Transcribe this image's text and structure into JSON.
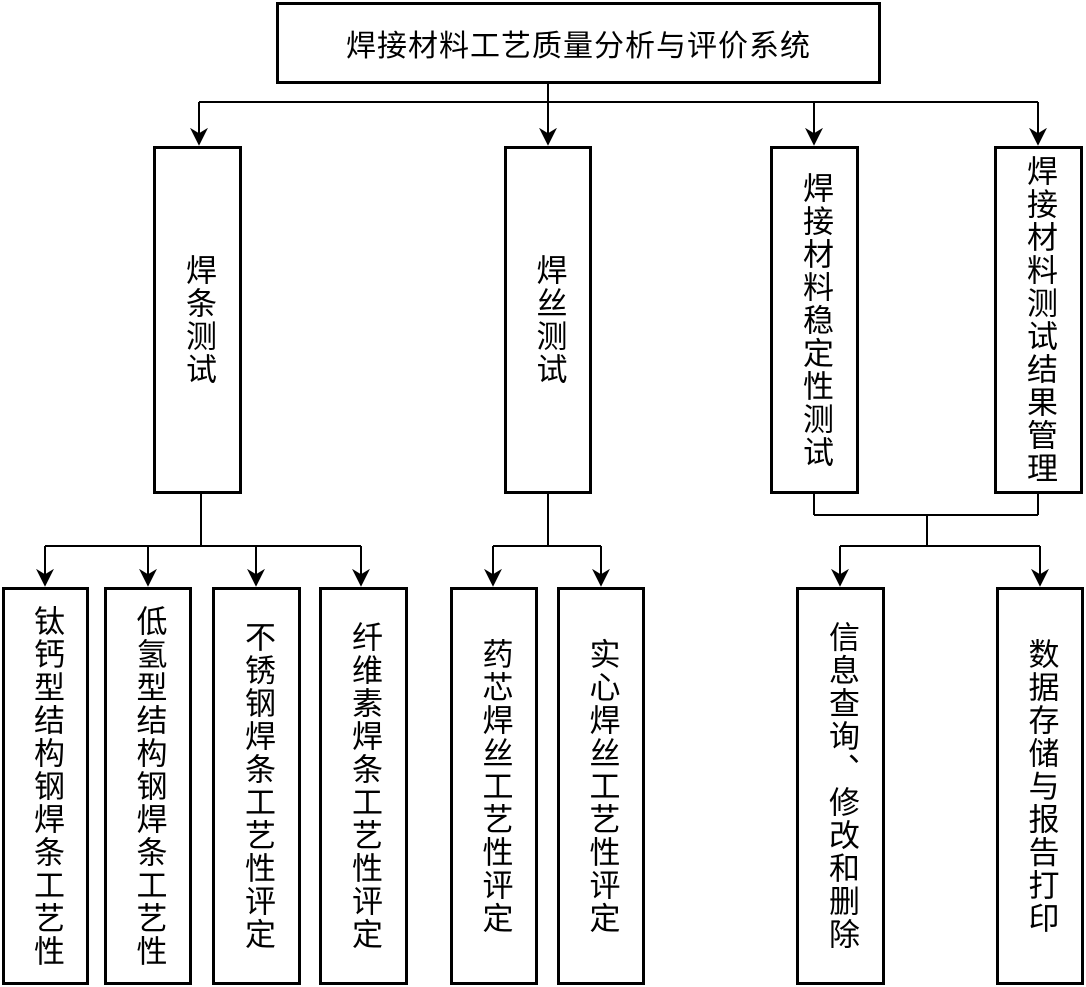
{
  "title": "焊接材料工艺质量分析与评价系统",
  "level1": [
    {
      "key": "welding-rod-test",
      "label": "焊条测试"
    },
    {
      "key": "welding-wire-test",
      "label": "焊丝测试"
    },
    {
      "key": "stability-test",
      "label": "焊接材料稳定性测试"
    },
    {
      "key": "result-management",
      "label": "焊接材料测试结果管理"
    }
  ],
  "level2": [
    {
      "key": "titanium-calcium-rod",
      "label": "钛钙型结构钢焊条工艺性"
    },
    {
      "key": "low-hydrogen-rod",
      "label": "低氢型结构钢焊条工艺性"
    },
    {
      "key": "stainless-rod",
      "label": "不锈钢焊条工艺性评定"
    },
    {
      "key": "cellulose-rod",
      "label": "纤维素焊条工艺性评定"
    },
    {
      "key": "flux-cored-wire",
      "label": "药芯焊丝工艺性评定"
    },
    {
      "key": "solid-wire",
      "label": "实心焊丝工艺性评定"
    },
    {
      "key": "info-query",
      "label": "信息查询、修改和删除"
    },
    {
      "key": "data-storage",
      "label": "数据存储与报告打印"
    }
  ]
}
